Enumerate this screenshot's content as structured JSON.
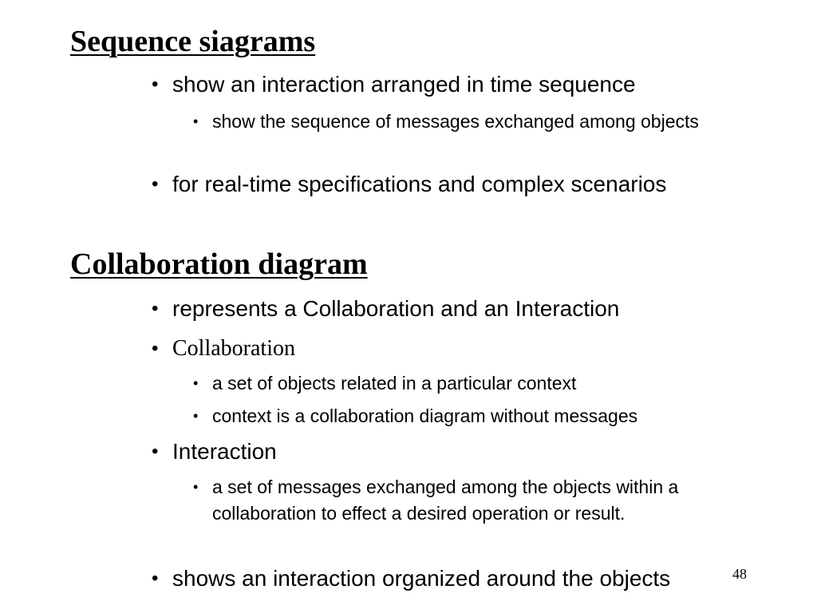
{
  "sections": [
    {
      "heading": "Sequence siagrams",
      "items": [
        {
          "text": "show an interaction arranged in time sequence",
          "subitems": [
            "show the sequence of messages exchanged among objects"
          ]
        },
        {
          "text": "for real-time specifications and complex scenarios",
          "subitems": []
        }
      ]
    },
    {
      "heading": "Collaboration diagram",
      "items": [
        {
          "text": "represents a Collaboration and an Interaction",
          "subitems": []
        },
        {
          "text": "Collaboration",
          "subitems": [
            "a set of objects related in a particular context",
            "context is a collaboration diagram without messages"
          ]
        },
        {
          "text": "Interaction",
          "subitems": [
            "a set of messages exchanged among the objects within a collaboration to effect a desired operation or result."
          ]
        },
        {
          "text": "shows an interaction organized around the objects",
          "subitems": []
        }
      ]
    }
  ],
  "bullet_glyph": "•",
  "page_number": "48"
}
